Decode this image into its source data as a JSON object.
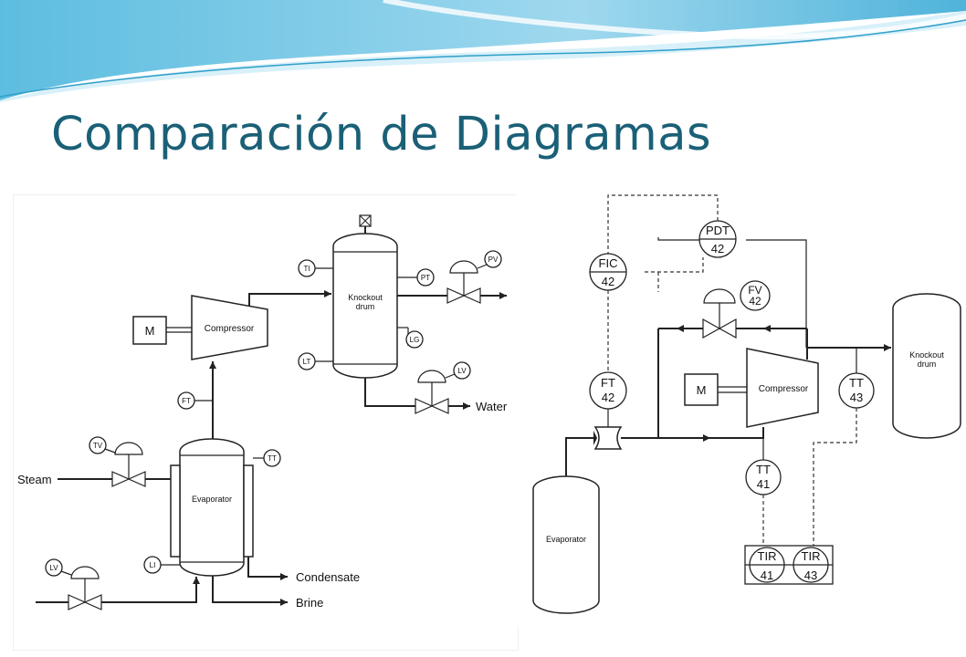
{
  "slide": {
    "title": "Comparación de Diagramas",
    "theme_color": "#1a6077",
    "wave_colors": [
      "#3aa7d0",
      "#8fd0ea",
      "#d9f1fa"
    ]
  },
  "left_diagram": {
    "equipment": {
      "motor": "M",
      "compressor": "Compressor",
      "knockout_drum": [
        "Knockout",
        "drum"
      ],
      "evaporator": "Evaporator"
    },
    "instruments": {
      "ti": "TI",
      "pt": "PT",
      "pv": "PV",
      "lg": "LG",
      "lt": "LT",
      "lv_drum": "LV",
      "ft": "FT",
      "tv": "TV",
      "tt": "TT",
      "li": "LI",
      "lv_feed": "LV"
    },
    "streams": {
      "water": "Water",
      "steam": "Steam",
      "condensate": "Condensate",
      "brine": "Brine"
    }
  },
  "right_diagram": {
    "equipment": {
      "motor": "M",
      "compressor": "Compressor",
      "knockout_drum": [
        "Knockout",
        "drum"
      ],
      "evaporator": "Evaporator"
    },
    "instruments": {
      "pdt": {
        "tag": "PDT",
        "num": "42"
      },
      "fic": {
        "tag": "FIC",
        "num": "42"
      },
      "fv": {
        "tag": "FV",
        "num": "42"
      },
      "ft": {
        "tag": "FT",
        "num": "42"
      },
      "tt43": {
        "tag": "TT",
        "num": "43"
      },
      "tt41": {
        "tag": "TT",
        "num": "41"
      },
      "tir41": {
        "tag": "TIR",
        "num": "41"
      },
      "tir43": {
        "tag": "TIR",
        "num": "43"
      }
    }
  }
}
